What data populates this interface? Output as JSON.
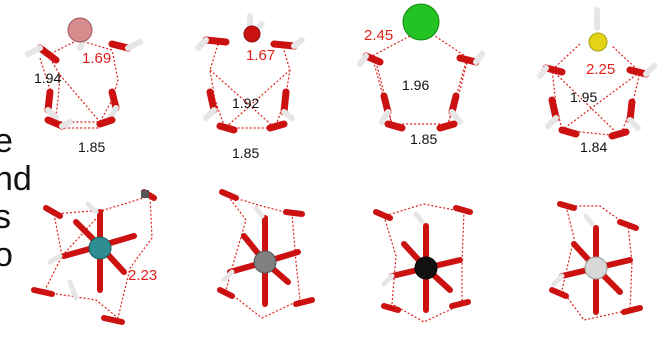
{
  "colors": {
    "oxygen": "#cc1111",
    "hydrogen": "#e6e6e6",
    "hbond": "#e0201b",
    "label_red": "#e0201b",
    "label_black": "#111111"
  },
  "left_edge_text": [
    "e",
    "nd",
    "s",
    "o"
  ],
  "top_row": [
    {
      "center_color": "#d68c8c",
      "center_label": "1.69",
      "ring_label": "1.94",
      "bottom_label": "1.85"
    },
    {
      "center_color": "#cc1111",
      "center_label": "1.67",
      "ring_label": "1.92",
      "bottom_label": "1.85"
    },
    {
      "center_color": "#22c322",
      "center_label": "2.45",
      "ring_label": "1.96",
      "bottom_label": "1.85"
    },
    {
      "center_color": "#e3d41a",
      "center_label": "2.25",
      "ring_label": "1.95",
      "bottom_label": "1.84"
    }
  ],
  "bottom_row": [
    {
      "center_color": "#2f8e93",
      "label": "2.23"
    },
    {
      "center_color": "#808080",
      "label": ""
    },
    {
      "center_color": "#111111",
      "label": ""
    },
    {
      "center_color": "#d8d8d8",
      "label": ""
    }
  ]
}
